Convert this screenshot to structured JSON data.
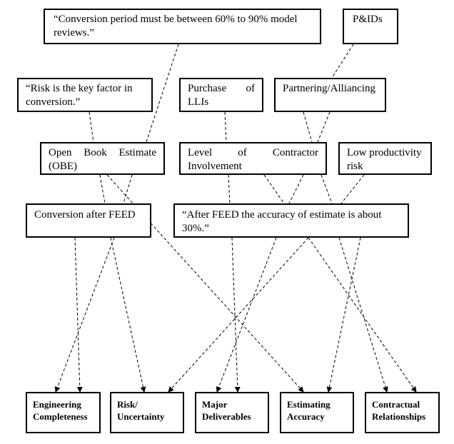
{
  "nodes": {
    "conversion_period": {
      "line1": "“Conversion period must be between 60% to 90% model",
      "line2": "reviews.”"
    },
    "pids": {
      "line1": "P&IDs"
    },
    "risk_key": {
      "line1": "“Risk is the key factor in",
      "line2": "conversion.”"
    },
    "purchase_llis": {
      "line1": "Purchase of",
      "line2": "LLIs"
    },
    "partnering": {
      "line1": "Partnering/Alliancing"
    },
    "obe": {
      "line1": "Open Book Estimate",
      "line2": "(OBE)"
    },
    "contractor_involvement": {
      "line1": "Level of Contractor",
      "line2": "Involvement"
    },
    "low_productivity": {
      "line1": "Low productivity",
      "line2": "risk"
    },
    "conversion_after_feed": {
      "line1": "Conversion after FEED"
    },
    "after_feed_accuracy": {
      "line1": "“After FEED the accuracy of estimate is about",
      "line2": "30%.”"
    }
  },
  "outcomes": {
    "engineering_completeness": {
      "line1": "Engineering",
      "line2": "Completeness"
    },
    "risk_uncertainty": {
      "line1": "Risk/",
      "line2": "Uncertainty"
    },
    "major_deliverables": {
      "line1": "Major",
      "line2": "Deliverables"
    },
    "estimating_accuracy": {
      "line1": "Estimating",
      "line2": "Accuracy"
    },
    "contractual_relationships": {
      "line1": "Contractual",
      "line2": "Relationships"
    }
  }
}
